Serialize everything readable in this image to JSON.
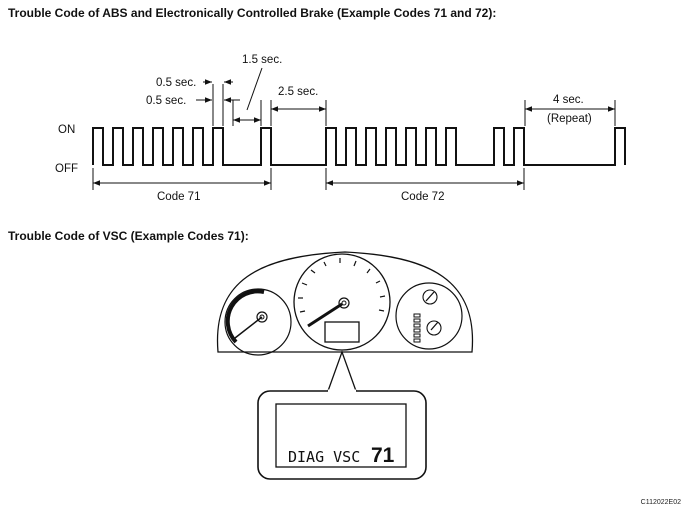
{
  "headings": {
    "abs": "Trouble Code of ABS and Electronically Controlled Brake (Example Codes 71 and 72):",
    "vsc": "Trouble Code of VSC (Example Codes 71):"
  },
  "timing": {
    "levels": {
      "on": "ON",
      "off": "OFF"
    },
    "intervals": {
      "pulse": "0.5 sec.",
      "gap": "0.5 sec.",
      "digit_pause": "1.5 sec.",
      "code_pause": "2.5 sec.",
      "repeat_pause": "4 sec.",
      "repeat_note": "(Repeat)"
    },
    "codes": [
      {
        "label": "Code 71",
        "tens_pulses": 7,
        "ones_pulses": 1
      },
      {
        "label": "Code 72",
        "tens_pulses": 7,
        "ones_pulses": 2
      }
    ]
  },
  "display": {
    "text": "DIAG VSC",
    "code": "71"
  },
  "figure_code": "C112022E02"
}
